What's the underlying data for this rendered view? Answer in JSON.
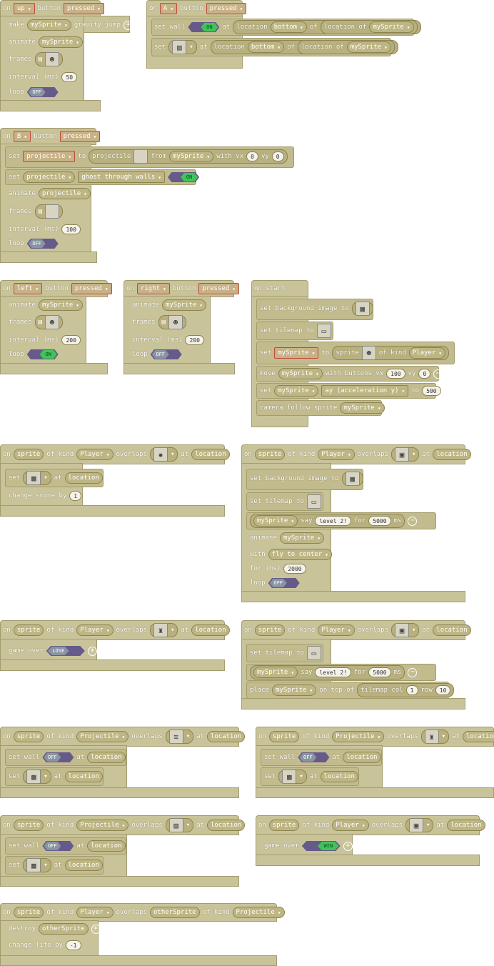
{
  "kw": {
    "on": "on",
    "button": "button",
    "set": "set",
    "to": "to",
    "at": "at",
    "of": "of",
    "make": "make",
    "animate": "animate",
    "frames": "frames",
    "interval": "interval (ms)",
    "loop": "loop",
    "from": "from",
    "with_vx": "with vx",
    "vy": "vy",
    "location": "location",
    "location_of": "location of",
    "of_kind": "of kind",
    "overlaps": "overlaps",
    "change_score": "change score by",
    "game_over": "game over",
    "say": "say",
    "for": "for",
    "ms": "ms",
    "with": "with",
    "for_ms": "for (ms)",
    "place": "place",
    "on_top_of": "on top of",
    "tilemap_col": "tilemap col",
    "row": "row",
    "sprite": "sprite",
    "destroy": "destroy",
    "change_life": "change life by",
    "set_wall": "set wall",
    "set_bg": "set background image to",
    "set_tilemap": "set tilemap to",
    "move": "move",
    "with_buttons": "with buttons vx",
    "camera_follow": "camera follow sprite",
    "on_start": "on start",
    "ghost": "ghost through walls",
    "gravity_jump": "gravity jump"
  },
  "vals": {
    "up": "up",
    "a": "A",
    "b": "B",
    "left": "left",
    "right": "right",
    "pressed": "pressed",
    "mySprite": "mySprite",
    "projectile": "projectile",
    "bottom": "bottom",
    "player": "Player",
    "projectileKind": "Projectile",
    "otherSprite": "otherSprite",
    "ay": "ay (acceleration y)",
    "fly": "fly to center",
    "level2": "level 2!"
  },
  "nums": {
    "n50": "50",
    "n100": "100",
    "n200": "200",
    "n0": "0",
    "n1": "1",
    "n500": "500",
    "n5000": "5000",
    "n2000": "2000",
    "n10": "10",
    "nm1": "-1"
  },
  "toggles": {
    "on": "ON",
    "off": "OFF",
    "lose": "LOSE",
    "win": "WIN"
  },
  "colors": {
    "block": "#c9c39a",
    "border": "#a39c6c",
    "toggle_bg": "#665a8a",
    "on": "#3fc45a",
    "off": "#8994a3"
  }
}
